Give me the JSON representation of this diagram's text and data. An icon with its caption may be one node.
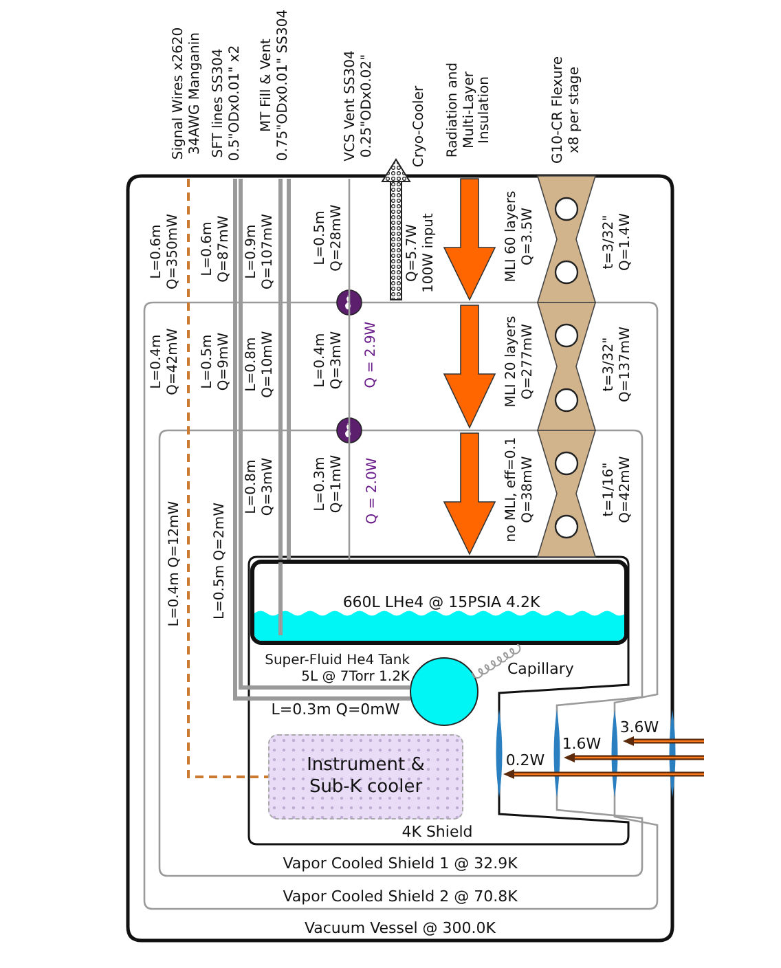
{
  "diagram": {
    "nodes": [
      {
        "text": [
          "Vacuum Vessel @ 300.0K"
        ]
      },
      {
        "text": [
          "Vapor Cooled Shield 2 @ 70.8K"
        ],
        "in": 0
      },
      {
        "text": [
          "Vapor Cooled Shield 1 @ 32.9K"
        ],
        "in": 1
      },
      {
        "text": [
          "4K Shield"
        ],
        "in": 2
      },
      {
        "text": [
          "660L LHe4 @ 15PSIA 4.2K"
        ],
        "in": 3
      },
      {
        "text": [],
        "shape": "circle",
        "beside": [
          "Super-Fluid He4 Tank 5L @ 7Torr 1.2K"
        ],
        "in": 3
      },
      {
        "text": [
          "Instrument & Sub-K cooler"
        ],
        "in": 3
      }
    ],
    "edges": [
      {
        "from": null,
        "to": 6,
        "arrow": "none",
        "style": "dashed",
        "color": "#cc7a30"
      },
      {
        "from": null,
        "to": 5,
        "arrow": "none"
      },
      {
        "from": null,
        "to": 5,
        "arrow": "none"
      },
      {
        "from": null,
        "to": 4,
        "arrow": "none"
      },
      {
        "from": null,
        "to": 4,
        "arrow": "none"
      },
      {
        "from": null,
        "to": 4,
        "arrow": "none"
      },
      {
        "from": 5,
        "to": 4,
        "arrow": "none",
        "label": "Capillary"
      }
    ],
    "labels": [
      "Signal Wires x2620 34AWG Manganin",
      "SFT lines SS304 0.5\"ODx0.01\" x2",
      "MT Fill & Vent 0.75\"ODx0.01\" SS304",
      "VCS Vent SS304 0.25\"ODx0.02\"",
      "Cryo-Cooler",
      "Radiation and Multi-Layer Insulation",
      "G10-CR Flexure x8 per stage",
      "L=0.6m Q=350mW",
      "L=0.6m Q=87mW",
      "L=0.9m Q=107mW",
      "L=0.5m Q=28mW",
      "Q=5.7W 100W input",
      "MLI 60 layers Q=3.5W",
      "t=3/32\" Q=1.4W",
      "L=0.4m Q=42mW",
      "L=0.5m Q=9mW",
      "L=0.8m Q=10mW",
      "L=0.4m Q=3mW",
      "Q = 2.9W",
      "MLI 20 layers Q=277mW",
      "t=3/32\" Q=137mW",
      "L=0.4m Q=12mW",
      "L=0.5m Q=2mW",
      "L=0.8m Q=3mW",
      "L=0.3m Q=1mW",
      "Q = 2.0W",
      "no MLI, eff=0.1 Q=38mW",
      "t=1/16\" Q=42mW",
      "L=0.3m Q=0mW",
      "3.6W",
      "1.6W",
      "0.2W"
    ]
  }
}
